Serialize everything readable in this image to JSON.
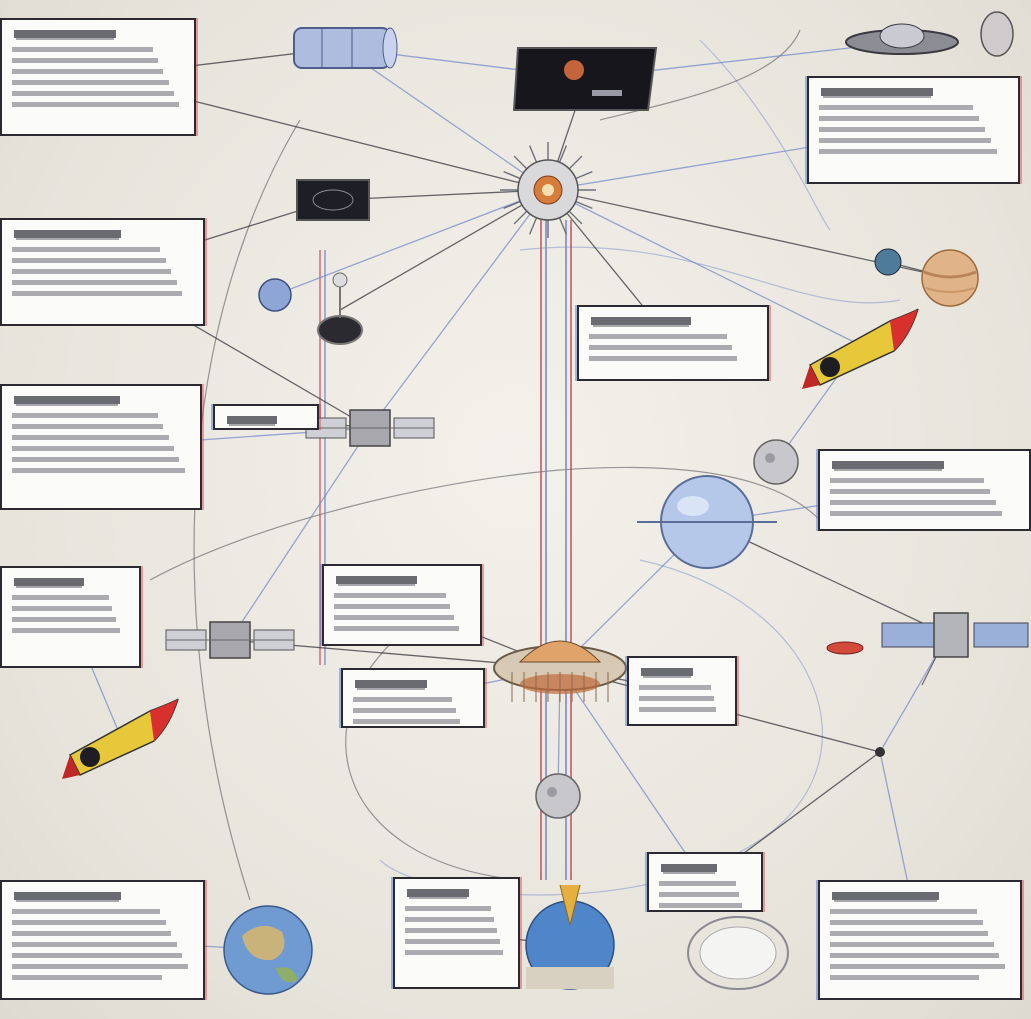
{
  "colors": {
    "background": "#ebe8e0",
    "panel_border": "#2a2a30",
    "line_blue": "#6f86c8",
    "line_dark": "#2b2b33",
    "line_red": "#c74e5a"
  },
  "diagram": {
    "nodes": [
      {
        "id": "hub",
        "icon": "space-station-icon"
      },
      {
        "id": "disc",
        "icon": "saucer-station-icon"
      },
      {
        "id": "cyl",
        "icon": "cylinder-module-icon"
      },
      {
        "id": "tv",
        "icon": "display-screen-icon"
      },
      {
        "id": "mon",
        "icon": "monitor-icon"
      },
      {
        "id": "ufo",
        "icon": "flying-saucer-icon"
      },
      {
        "id": "egg",
        "icon": "capsule-icon"
      },
      {
        "id": "planetS",
        "icon": "small-planet-icon"
      },
      {
        "id": "blueorb",
        "icon": "blue-orb-icon"
      },
      {
        "id": "saturn",
        "icon": "planet-icon"
      },
      {
        "id": "rocket",
        "icon": "rocket-icon"
      },
      {
        "id": "moon",
        "icon": "moon-icon"
      },
      {
        "id": "bigsphere",
        "icon": "sphere-icon"
      },
      {
        "id": "sat1",
        "icon": "satellite-icon"
      },
      {
        "id": "sat2",
        "icon": "satellite-icon"
      },
      {
        "id": "sat3",
        "icon": "solar-panel-satellite-icon"
      },
      {
        "id": "blurlander",
        "icon": "lander-icon"
      },
      {
        "id": "leftrocket",
        "icon": "rocket-icon"
      },
      {
        "id": "earth",
        "icon": "earth-icon"
      },
      {
        "id": "earth2",
        "icon": "globe-icon"
      },
      {
        "id": "ring",
        "icon": "ring-icon"
      },
      {
        "id": "node1",
        "icon": "node-icon"
      },
      {
        "id": "smallmeteor",
        "icon": "meteor-icon"
      },
      {
        "id": "blackmoon",
        "icon": "moon-icon"
      }
    ],
    "panels": [
      {
        "id": "p1",
        "lines": 6
      },
      {
        "id": "p2",
        "lines": 5
      },
      {
        "id": "p3",
        "lines": 5
      },
      {
        "id": "p4",
        "lines": 6
      },
      {
        "id": "p5",
        "lines": 4
      },
      {
        "id": "p6",
        "lines": 3
      },
      {
        "id": "p7",
        "lines": 4
      },
      {
        "id": "p8",
        "lines": 4
      },
      {
        "id": "p9",
        "lines": 3
      },
      {
        "id": "p10",
        "lines": 3
      },
      {
        "id": "p11",
        "lines": 3
      },
      {
        "id": "p12",
        "lines": 7
      },
      {
        "id": "p13",
        "lines": 5
      },
      {
        "id": "p14",
        "lines": 1
      },
      {
        "id": "p15",
        "lines": 7
      }
    ]
  }
}
